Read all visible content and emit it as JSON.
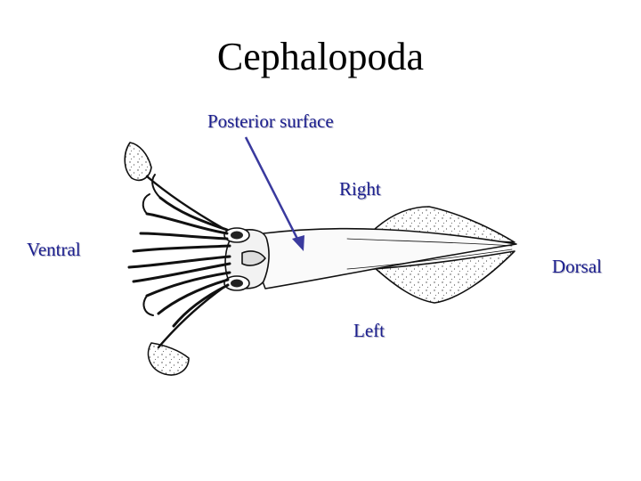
{
  "title": "Cephalopoda",
  "labels": {
    "posterior": "Posterior surface",
    "right": "Right",
    "ventral": "Ventral",
    "dorsal": "Dorsal",
    "left": "Left"
  },
  "colors": {
    "label_text": "#1c1f8f",
    "arrow": "#3a3a9e",
    "outline": "#111111"
  }
}
